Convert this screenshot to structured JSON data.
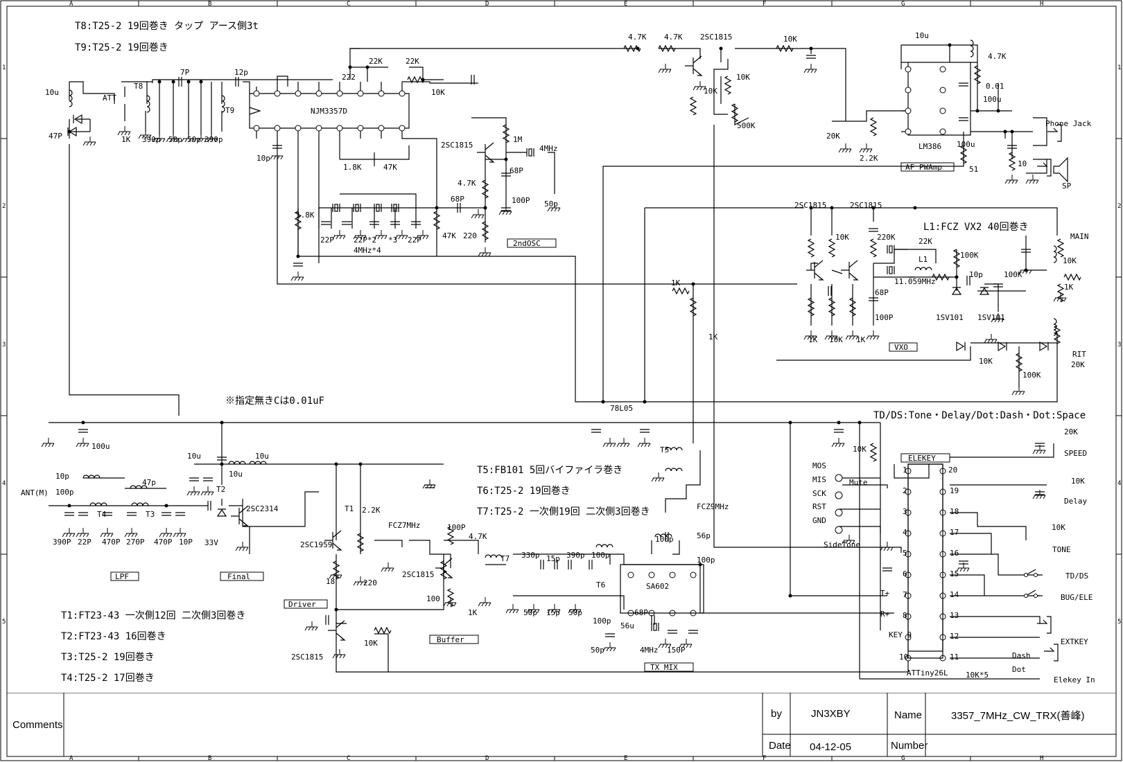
{
  "grid": {
    "letters": [
      "A",
      "B",
      "C",
      "D",
      "E",
      "F",
      "G",
      "H"
    ],
    "numbers": [
      "1",
      "2",
      "3",
      "4",
      "5"
    ]
  },
  "notes": {
    "t8": "T8:T25-2 19回巻き タップ アース側3t",
    "t9": "T9:T25-2 19回巻き",
    "unspec_c": "※指定無きCは0.01uF",
    "t5": "T5:FB101 5回バイファイラ巻き",
    "t6": "T6:T25-2 19回巻き",
    "t7": "T7:T25-2 一次側19回  二次側3回巻き",
    "t1": "T1:FT23-43 一次側12回  二次側3回巻き",
    "t2": "T2:FT23-43 16回巻き",
    "t3": "T3:T25-2 19回巻き",
    "t4": "T4:T25-2 17回巻き",
    "l1": "L1:FCZ VX2 40回巻き",
    "tdds": "TD/DS:Tone・Delay/Dot:Dash・Dot:Space"
  },
  "blocks": {
    "lpf": "LPF",
    "final": "Final",
    "driver": "Driver",
    "buffer": "Buffer",
    "txmix": "TX MIX",
    "osc2": "2ndOSC",
    "vxo": "VXO",
    "afamp": "AF PWAmp",
    "elekey": "ELEKEY"
  },
  "ics": {
    "njm": "NJM3357D",
    "sa602": "SA602",
    "lm386": "LM386",
    "reg": "78L05",
    "attiny": "ATTiny26L"
  },
  "labels": {
    "ant": "ANT(M)",
    "att": "ATT",
    "t8": "T8",
    "t9": "T9",
    "c10u_a": "10u",
    "c47p": "47P",
    "r1k_att": "1K",
    "c390p_a": "390p",
    "c50p_a": "50p",
    "c50p_b": "50p",
    "c390p_b": "390p",
    "c7p": "7P",
    "c12p": "12p",
    "c10p_a": "10p",
    "c222": "222",
    "r22k_a": "22K",
    "r22k_b": "22K",
    "r10k_a": "10K",
    "r1k8_a": "1.8K",
    "r47k_a": "47K",
    "r1k8_b": "1.8K",
    "c22p_a": "22P",
    "c22p2": "22P*2",
    "c3": "*3",
    "c22p_b": "22P",
    "xtal4": "4MHz*4",
    "r47k_b": "47K",
    "r220_a": "220",
    "c68p_a": "68P",
    "q_osc2": "2SC1815",
    "r1m": "1M",
    "x4mhz_a": "4MHz",
    "r4k7_a": "4.7K",
    "c68p_b": "68P",
    "c100p_a": "100P",
    "c50p_c": "50p",
    "r4k7_b": "4.7K",
    "r4k7_c": "4.7K",
    "q_af": "2SC1815",
    "r10k_b": "10K",
    "r10k_c": "10K",
    "r10k_d": "10K",
    "r500k": "500K",
    "c10u_b": "10u",
    "r4k7_d": "4.7K",
    "c0_01": "0.01",
    "c100u_a": "100u",
    "c100u_b": "100u",
    "r20k_a": "20K",
    "r2k2_a": "2.2K",
    "r51": "51",
    "r10_a": "10",
    "phone": "Phone Jack",
    "sp": "SP",
    "q_vxo1": "2SC1815",
    "q_vxo2": "2SC1815",
    "r10k_e": "10K",
    "r220k": "220K",
    "r22k_c": "22K",
    "l1": "L1",
    "xtal11": "11.059MHz",
    "c68p_c": "68P",
    "c100p_b": "100P",
    "r1k_a": "1K",
    "r1k_b": "1K",
    "r1k_c": "1K",
    "r10k_f": "10K",
    "r1k_d": "1K",
    "main": "MAIN",
    "r100k_a": "100K",
    "r10k_g": "10K",
    "r1k_e": "1K",
    "c10p_b": "10p",
    "r100k_b": "100K",
    "d1sv_a": "1SV101",
    "d1sv_b": "1SV101",
    "r10k_h": "10K",
    "r100k_c": "100K",
    "rit": "RIT",
    "r20k_b": "20K",
    "c100u_c": "100u",
    "c10u_c": "10u",
    "c10u_d": "10u",
    "c10u_e": "10u",
    "t2": "T2",
    "q_final": "2SC2314",
    "d33v": "33V",
    "c10p_c": "10p",
    "c100p_c": "100p",
    "c47p_b": "47p",
    "t4": "T4",
    "t3": "T3",
    "c390p_c": "390P",
    "c22p_c": "22P",
    "c470p_a": "470P",
    "c270p": "270P",
    "c470p_b": "470P",
    "c10p_d": "10P",
    "t1": "T1",
    "r2k2_b": "2.2K",
    "q_drv": "2SC1959",
    "r18": "18",
    "r220_b": "220",
    "fcz7": "FCZ7MHz",
    "c100p_d": "100P",
    "r4k7_e": "4.7K",
    "q_buf": "2SC1815",
    "r100_a": "100",
    "r1k_f": "1K",
    "q_drv2": "2SC1815",
    "r10k_i": "10K",
    "t7": "T7",
    "c330p": "330p",
    "c15p_a": "15p",
    "c390p_d": "390p",
    "c100p_e": "100p",
    "t6": "T6",
    "c50p_d": "50p",
    "c15p_b": "15p",
    "c50p_e": "50p",
    "c100p_f": "100p",
    "t5": "T5",
    "fcz9": "FCZ9MHz",
    "c100p_g": "100p",
    "c56p": "56p",
    "c100p_h": "100p",
    "c68p_d": "68P",
    "l56u": "56u",
    "c50p_f": "50p",
    "x4mhz_b": "4MHz",
    "c150p": "150P",
    "r10k_j": "10K",
    "mos": "MOS",
    "mis": "MIS",
    "mute": "Mute",
    "sck": "SCK",
    "rst": "RST",
    "gnd": "GND",
    "sidetone": "SideTone",
    "tplus": "T+",
    "rplus": "R+",
    "key9": "KEY 9",
    "r20k_c": "20K",
    "speed": "SPEED",
    "r10k_k": "10K",
    "delay": "Delay",
    "r10k_l": "10K",
    "tone": "TONE",
    "tdds_sw": "TD/DS",
    "bugele": "BUG/ELE",
    "extkey": "EXTKEY",
    "dash": "Dash",
    "dot": "Dot",
    "r10k5": "10K*5",
    "elekeyin": "Elekey In",
    "p1": "1",
    "p2": "2",
    "p3": "3",
    "p4": "4",
    "p5": "5",
    "p6": "6",
    "p7": "7",
    "p8": "8",
    "p10": "10",
    "p20": "20",
    "p19": "19",
    "p18": "18",
    "p17": "17",
    "p16": "16",
    "p15": "15",
    "p14": "14",
    "p13": "13",
    "p12": "12",
    "p11": "11"
  },
  "title_block": {
    "comments": "Comments",
    "by_label": "by",
    "by_value": "JN3XBY",
    "name_label": "Name",
    "name_value": "3357_7MHz_CW_TRX(善峰)",
    "date_label": "Date",
    "date_value": "04-12-05",
    "number_label": "Number"
  }
}
